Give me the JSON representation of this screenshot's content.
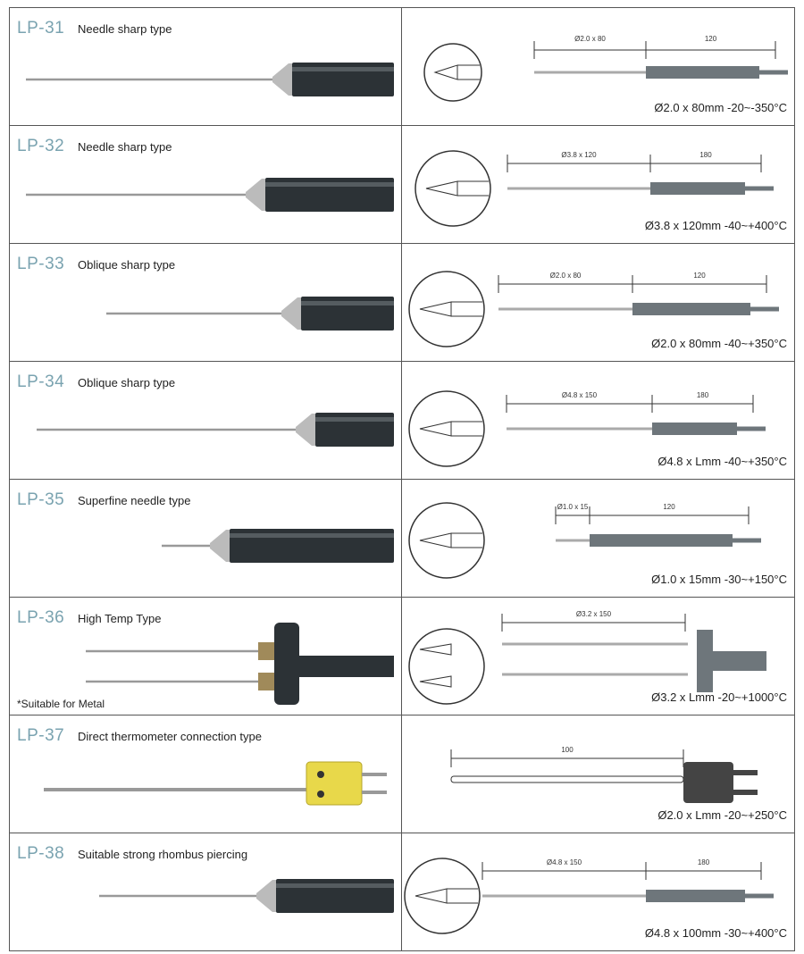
{
  "products": [
    {
      "code": "LP-31",
      "name": "Needle sharp type",
      "dims": [
        "Ø2.0 x 80",
        "120"
      ],
      "spec": "Ø2.0 x 80mm  -20~-350°C"
    },
    {
      "code": "LP-32",
      "name": "Needle sharp type",
      "dims": [
        "Ø3.8 x 120",
        "180"
      ],
      "spec": "Ø3.8 x 120mm  -40~+400°C"
    },
    {
      "code": "LP-33",
      "name": "Oblique sharp type",
      "dims": [
        "Ø2.0 x 80",
        "120"
      ],
      "spec": "Ø2.0 x 80mm  -40~+350°C"
    },
    {
      "code": "LP-34",
      "name": "Oblique sharp type",
      "dims": [
        "Ø4.8 x 150",
        "180"
      ],
      "spec": "Ø4.8 x Lmm  -40~+350°C"
    },
    {
      "code": "LP-35",
      "name": "Superfine needle type",
      "dims": [
        "Ø1.0 x 15",
        "120"
      ],
      "spec": "Ø1.0 x 15mm  -30~+150°C"
    },
    {
      "code": "LP-36",
      "name": "High Temp Type",
      "note": "*Suitable for Metal",
      "dims": [
        "Ø3.2 x 150"
      ],
      "spec": "Ø3.2 x Lmm  -20~+1000°C"
    },
    {
      "code": "LP-37",
      "name": "Direct thermometer connection type",
      "dims": [
        "100"
      ],
      "spec": "Ø2.0 x Lmm  -20~+250°C"
    },
    {
      "code": "LP-38",
      "name": "Suitable strong rhombus piercing",
      "dims": [
        "Ø4.8 x 150",
        "180"
      ],
      "spec": "Ø4.8 x 100mm  -30~+400°C"
    }
  ]
}
